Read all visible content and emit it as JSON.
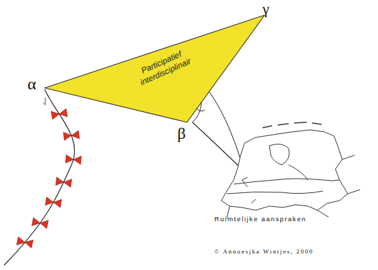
{
  "diagram": {
    "nodes": [
      {
        "text": [
          "Participatief interdisciplinair"
        ]
      }
    ],
    "labels": [
      "α",
      "β",
      "γ",
      "Ruimtelijke aanspraken",
      "© Annoesjka Wintjes, 2000"
    ]
  }
}
